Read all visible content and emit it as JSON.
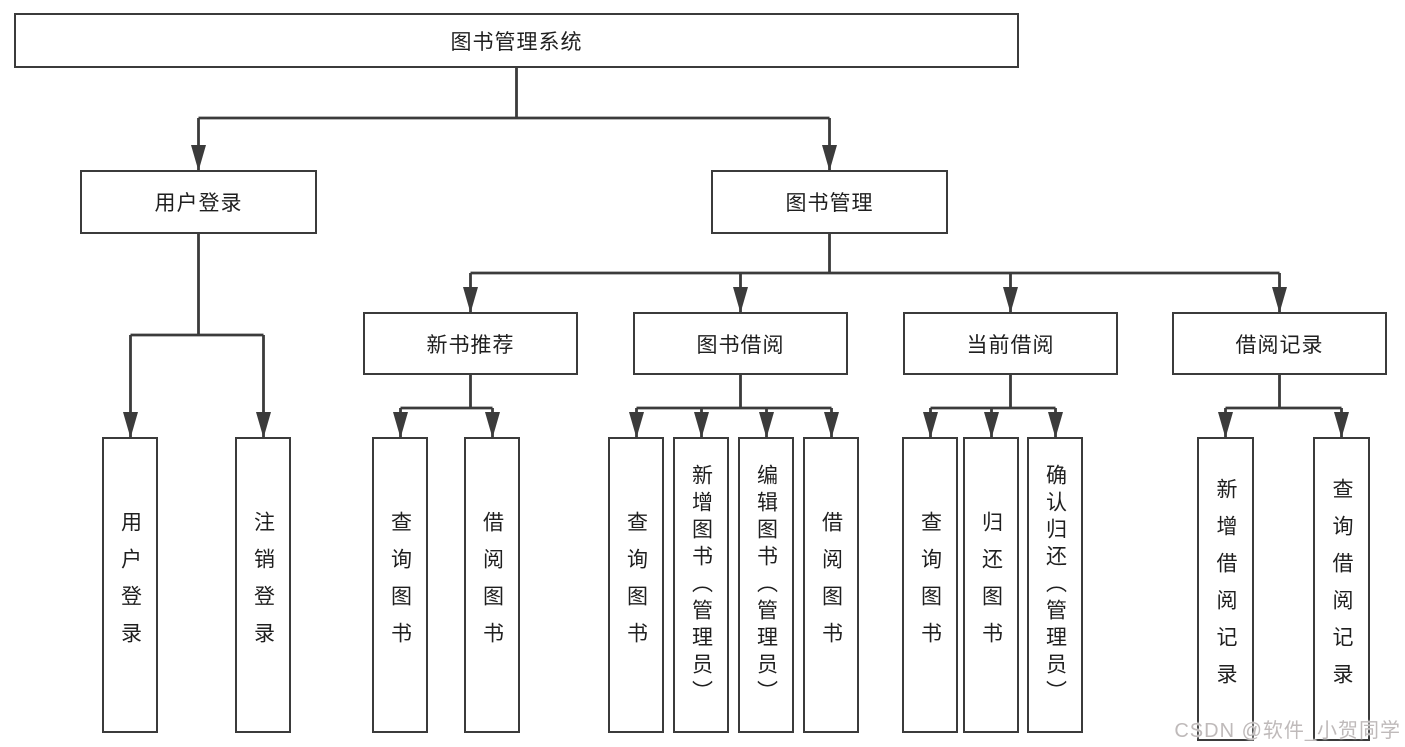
{
  "diagram": {
    "root": {
      "label": "图书管理系统"
    },
    "level2": [
      {
        "label": "用户登录"
      },
      {
        "label": "图书管理"
      }
    ],
    "level3": [
      {
        "label": "新书推荐",
        "parent": "图书管理"
      },
      {
        "label": "图书借阅",
        "parent": "图书管理"
      },
      {
        "label": "当前借阅",
        "parent": "图书管理"
      },
      {
        "label": "借阅记录",
        "parent": "图书管理"
      }
    ],
    "leaves": [
      {
        "label": "用户登录",
        "parent": "用户登录"
      },
      {
        "label": "注销登录",
        "parent": "用户登录"
      },
      {
        "label": "查询图书",
        "parent": "新书推荐"
      },
      {
        "label": "借阅图书",
        "parent": "新书推荐"
      },
      {
        "label": "查询图书",
        "parent": "图书借阅"
      },
      {
        "label": "新增图书（管理员）",
        "parent": "图书借阅"
      },
      {
        "label": "编辑图书（管理员）",
        "parent": "图书借阅"
      },
      {
        "label": "借阅图书",
        "parent": "图书借阅"
      },
      {
        "label": "查询图书",
        "parent": "当前借阅"
      },
      {
        "label": "归还图书",
        "parent": "当前借阅"
      },
      {
        "label": "确认归还（管理员）",
        "parent": "当前借阅"
      },
      {
        "label": "新增借阅记录",
        "parent": "借阅记录"
      },
      {
        "label": "查询借阅记录",
        "parent": "借阅记录"
      }
    ]
  },
  "watermark": {
    "text": "CSDN @软件_小贺同学"
  },
  "colors": {
    "line": "#3b3b3b",
    "text": "#1f1f1f",
    "background": "#ffffff",
    "watermark": "#bfbaba"
  }
}
